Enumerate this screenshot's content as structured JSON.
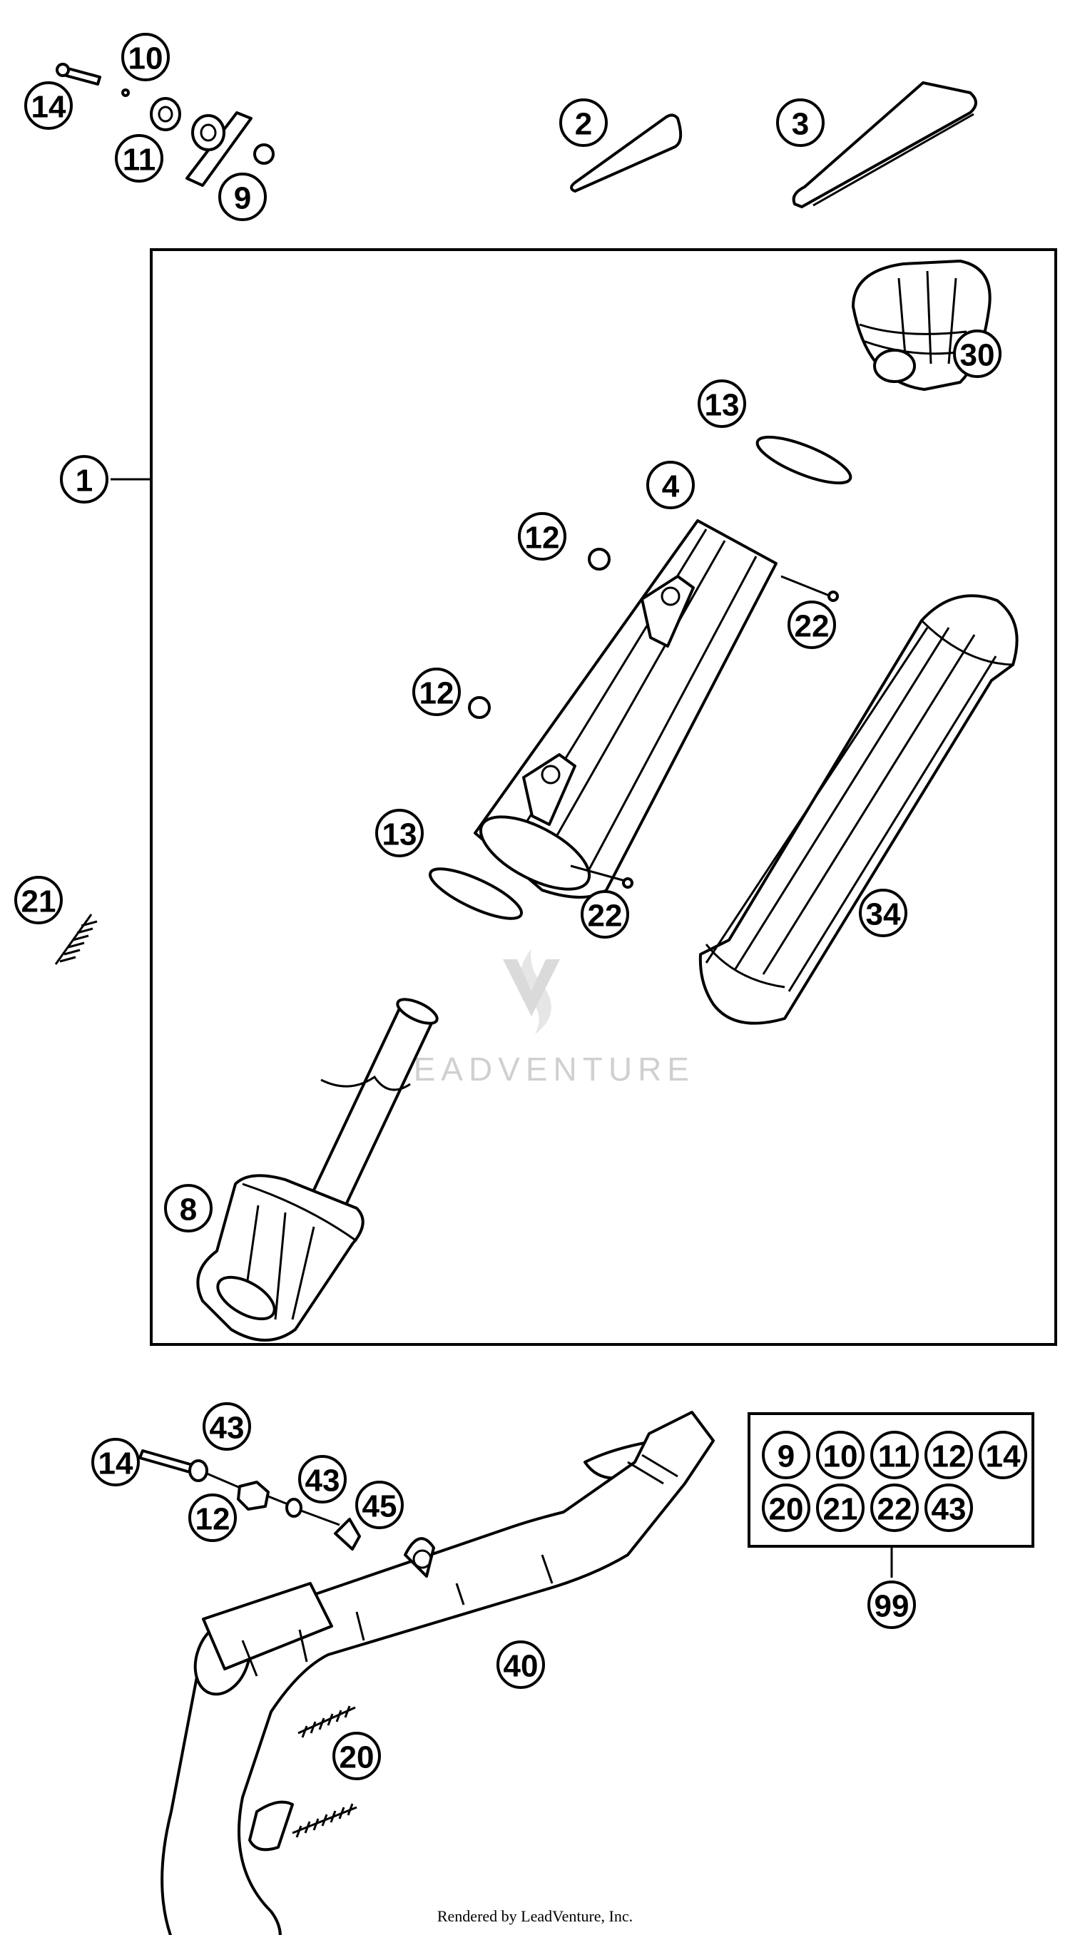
{
  "callouts": {
    "c1": "1",
    "c2": "2",
    "c3": "3",
    "c4": "4",
    "c8": "8",
    "c9": "9",
    "c10": "10",
    "c11": "11",
    "c12a": "12",
    "c12b": "12",
    "c12c": "12",
    "c13a": "13",
    "c13b": "13",
    "c14a": "14",
    "c14b": "14",
    "c20": "20",
    "c21": "21",
    "c22a": "22",
    "c22b": "22",
    "c30": "30",
    "c34": "34",
    "c40": "40",
    "c43a": "43",
    "c43b": "43",
    "c45": "45",
    "c99": "99"
  },
  "kit": {
    "row1": [
      "9",
      "10",
      "11",
      "12",
      "14"
    ],
    "row2": [
      "20",
      "21",
      "22",
      "43"
    ],
    "label": "99"
  },
  "watermark": "LEADVENTURE",
  "credit": "Rendered by LeadVenture, Inc."
}
